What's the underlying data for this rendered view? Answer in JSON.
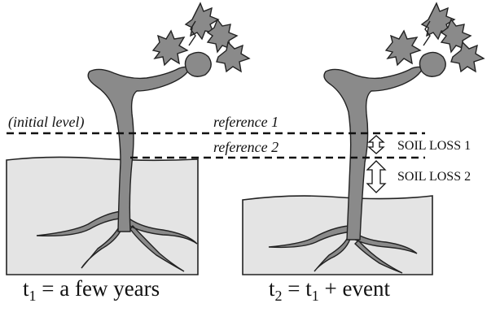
{
  "labels": {
    "initial_level": "(initial level)",
    "reference_1": "reference 1",
    "reference_2": "reference 2",
    "soil_loss_1": "SOIL LOSS 1",
    "soil_loss_2": "SOIL LOSS 2"
  },
  "captions": {
    "left": {
      "var": "t",
      "sub": "1",
      "rest": " = a few years"
    },
    "right": {
      "var": "t",
      "sub": "2",
      "mid": " = t",
      "sub2": "1",
      "rest": " + event"
    }
  },
  "colors": {
    "soil_fill": "#e4e4e4",
    "plant_fill": "#8a8a8a",
    "stroke": "#222222",
    "background": "#ffffff"
  }
}
